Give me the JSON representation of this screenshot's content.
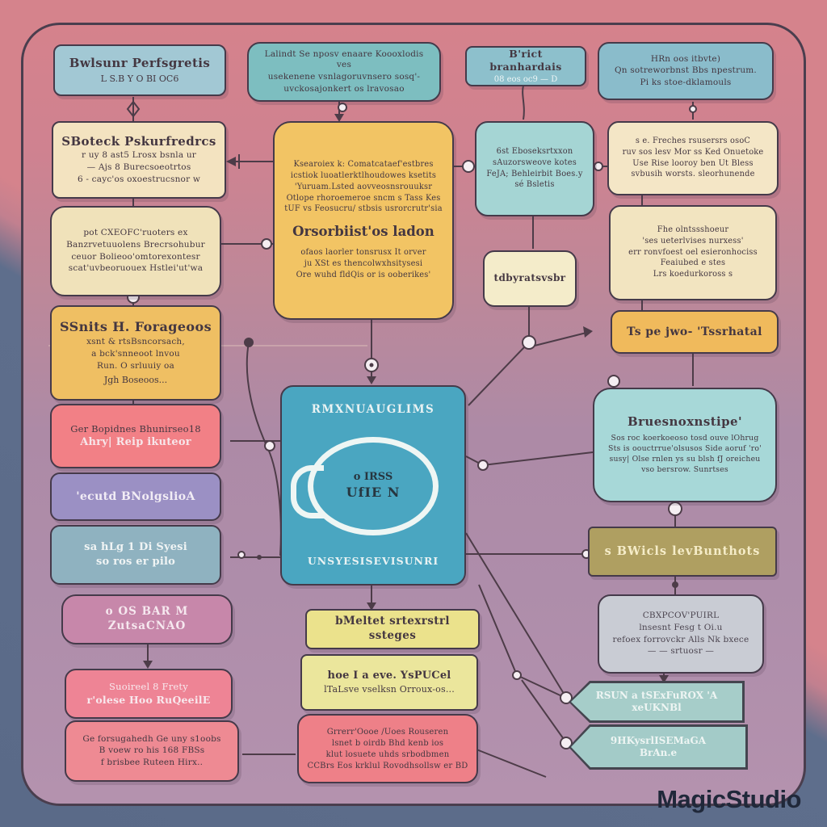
{
  "watermark": "MagicStudio",
  "colors": {
    "background_top": "#d5838c",
    "background_bottom": "#5a6a88",
    "panel_top": "#d5828c",
    "panel_bottom": "#b492ae",
    "outline": "#453a4a",
    "center_blue": "#4aa6c1",
    "center_yellow": "#f2c464"
  },
  "nodes": {
    "topLeft": {
      "title": "Bwlsunr Perfsgretis",
      "subtitle": "L S.B Y O BI OC6"
    },
    "topCenter": {
      "lines": [
        "Lalindt Se nposv enaare Koooxlodis ves",
        "usekenene vsnlagoruvnsero sosq'-",
        "uvckosajonkert os lravosao"
      ]
    },
    "topSmall": {
      "title": "B'rict branhardais",
      "subtitle": "08 eos oc9 — D"
    },
    "topRight": {
      "lines": [
        "HRn oos itbvte)",
        "Qn sotreworbnst Bbs npestrum.",
        "Pi ks stoe-dklamouls"
      ]
    },
    "leftCream1": {
      "title": "SBoteck Pskurfredrcs",
      "lines": [
        "r uy 8 ast5 Lrosx bsnla ur",
        "— Ajs 8 Burecsoeotrtos",
        "6 - cayc'os oxoestrucsnor w"
      ]
    },
    "leftCream2": {
      "lines": [
        "pot CXEOFC'ruoters ex",
        "Banzrvetuuolens Brecrsohubur",
        "ceuor Bolieoo'omtorexontesr",
        "scat'uvbeoruouex Hstlei'ut'wa"
      ]
    },
    "leftYellow": {
      "title": "SSnits H. Forageoos",
      "lines": [
        "xsnt & rtsBsncorsach,",
        "a bck'snneoot lnvou",
        "Run. O srluuiy oa"
      ],
      "footer": "Jgh Boseoos..."
    },
    "leftPink1": {
      "lines": [
        "Ger Bopidnes Bhunirseo18",
        "Ahry| Reip ikuteor"
      ]
    },
    "leftPurple": {
      "title": "'ecutd BNolgslioA"
    },
    "leftBlueGray": {
      "lines": [
        "sa hLg 1 Di Syesi",
        "so ros er pilo"
      ]
    },
    "leftMauve": {
      "title": "o OS BAR M ZutsaCNAO"
    },
    "leftPink2": {
      "lines": [
        "Suoireel 8 Frety",
        "r'olese Hoo RuQeeilE"
      ]
    },
    "leftPink3": {
      "lines": [
        "Ge forsugahedh Ge uny s1oobs",
        "B voew ro his 168 FBSs",
        "f brisbee Ruteen Hirx.."
      ]
    },
    "centerYellow": {
      "head_lines": [
        "Ksearoiex k: Comatcataef'estbres",
        "icstiok luoatlerktlhoudowes ksetits",
        "'Yuruam.Lsted aovveosnsrouuksr",
        "Otlope rhoroemeroe sncm s Tass Kes",
        "tUF vs Feosucru/ stbsis usrorcrutr'sia"
      ],
      "heading": "Orsorbiist'os ladon",
      "tail_lines": [
        "ofaos laorler tonsrusx It orver",
        "ju XSt es thencolwxhsitysesi",
        "Ore wuhd fldQis or is ooberikes'"
      ]
    },
    "midTeal": {
      "lines": [
        "6st Eboseksrtxxon",
        "sAuzorsweove kotes",
        "FeJA; Behleirbit Boes.y",
        "sé Bsletis"
      ]
    },
    "rightBeige1": {
      "lines": [
        "s e. Freches rsusersrs osoC",
        "ruv sos lesv Mor ss Ked Onuetoke",
        "Use Rise looroy ben Ut Bless",
        "svbusih worsts. sleorhunende"
      ]
    },
    "rightBeige2": {
      "lines": [
        "Fhe olntssshoeur",
        "'ses ueterlvises nurxess'",
        "err ronvfoest oel esieronhociss",
        "Feaiubed e stes",
        "Lrs koedurkoross s"
      ]
    },
    "smallCream": {
      "title": "tdbyratsvsbr"
    },
    "rightOrange": {
      "title": "Ts pe jwo- 'Tssrhatal"
    },
    "centerBlue": {
      "top_label": "RMXNUAUGLIMS",
      "ring_line1": "o IRSS",
      "ring_line2": "UfIE N",
      "bottom_label": "UNSYESISEVISUNRI"
    },
    "rightBlue": {
      "title": "Bruesnoxnstipe'",
      "lines": [
        "Sos roc koerkoeoso tosd ouve lOhrug",
        "Sts is oouctrrue'olsusos Side aoruf 'ro'",
        "susy| Olse rnlen ys su blsh fJ oreicheu",
        "vso bersrow. Sunrtses"
      ]
    },
    "rightOlive": {
      "title": "s BWicls levBunthots"
    },
    "rightGray": {
      "lines": [
        "CBXPCOV'PUIRL",
        "lnsesnt Fesg t Oi.u",
        "refoex forrovckr Alls Nk bxece",
        "— — srtuosr —"
      ]
    },
    "rightArrow1": {
      "lines": [
        "RSUN a tSExFuROX 'A",
        "xeUKNBl"
      ]
    },
    "rightArrow2": {
      "lines": [
        "9HKysrlISEMaGA",
        "BrAn.e"
      ]
    },
    "bottomYellow1": {
      "title": "bMeltet srtexrstrl ssteges"
    },
    "bottomYellow2": {
      "lines": [
        "hoe I a eve. YsPUCel",
        "lTaLsve vselksn Orroux-os..."
      ]
    },
    "bottomPink": {
      "lines": [
        "Grrerr'Oooe /Uoes Rouseren",
        "lsnet b oirdb Bhd kenb ios",
        "klut losuete uhds srbodbmen",
        "CCBrs Eos krklul Rovodhsollsw er BD"
      ]
    }
  }
}
